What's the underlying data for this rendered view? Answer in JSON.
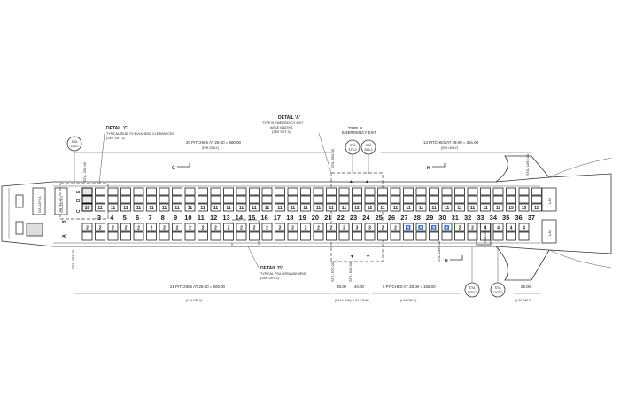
{
  "details": {
    "c": {
      "title": "DETAIL 'C'",
      "line1": "TYPICAL SEAT TO BULKHEAD CLEARANCES",
      "line2": "(SEE SHT 3)"
    },
    "a": {
      "title": "DETAIL 'A'",
      "line1": "TYPE III EMERGENCY EXIT",
      "line2": "AISLE WIDTHS",
      "line3": "(SEE SHT 3)"
    },
    "b": {
      "title": "TYPE III",
      "line1": "EMERGENCY EXIT"
    },
    "d": {
      "title": "DETAIL 'D'",
      "line1": "TYPICAL PSU ARRANGEMENT",
      "line2": "(SEE SHT 3)"
    }
  },
  "stations": {
    "s1": {
      "top": "STA",
      "bottom": "236.0"
    },
    "s2": {
      "top": "STA",
      "bottom": "575.0"
    },
    "s3": {
      "top": "STA",
      "bottom": "616.0"
    },
    "s4": {
      "top": "STA",
      "bottom": "1150.0"
    },
    "s5": {
      "top": "STA",
      "bottom": "1207.5"
    }
  },
  "pitches": {
    "top_left": {
      "line1": "20 PITCHES AT 29.00 = 580.00",
      "line2": "(R/H ONLY)"
    },
    "top_right": {
      "line1": "13 PITCHES AT 28.00 = 364.00",
      "line2": "(R/H ONLY)"
    },
    "bot_left": {
      "line1": "21 PITCHES AT 29.00 = 609.00",
      "line2": "(L/H ONLY)"
    },
    "bot_mid1": {
      "value": "38.00",
      "line2": "(L/H & R/H)"
    },
    "bot_mid2": {
      "value": "40.00",
      "line2": "(L/H & R/H)"
    },
    "bot_right": {
      "line1": "6 PITCHES AT 28.00 = 168.00",
      "line2": "(L/H ONLY)"
    },
    "bot_far": {
      "value": "28.00",
      "line2": "(L/H ONLY)"
    }
  },
  "sta_vertical": {
    "v1": "STA. 298.00",
    "v2": "STA. 283.00",
    "v3": "STA. 555.00",
    "v4": "STA. 575.00",
    "v5": "STA. 615.00",
    "v6": "STA. 1066.00",
    "v7": "STA. 1090.00",
    "v8": "STA. 1393.00"
  },
  "galleys": {
    "g1": "GALLEY 1",
    "g2": "GALLEY 2",
    "g3": "GALLEY 4"
  },
  "lavs": {
    "l1": "LAV",
    "l2": "LAV"
  },
  "door_labels": {
    "g": "G",
    "h_top": "H",
    "h_bottom": "H"
  },
  "left_letters": [
    "A",
    "B"
  ],
  "right_letters": [
    "C",
    "D",
    "E"
  ],
  "seat_codes": {
    "ordinary_r": "11",
    "ordinary_l": "2",
    "first_r": "10",
    "exit_r": "12",
    "exit_l": "3",
    "rear_r": "15",
    "rear_l": "4"
  },
  "icons": {
    "wheelchair": "♿",
    "arrow": "▲"
  },
  "row_numbers": [
    "3",
    "4",
    "5",
    "6",
    "7",
    "8",
    "9",
    "10",
    "11",
    "12",
    "13",
    "14",
    "15",
    "16",
    "17",
    "18",
    "19",
    "20",
    "21",
    "22",
    "23",
    "24",
    "25",
    "26",
    "27",
    "28",
    "29",
    "30",
    "31",
    "32",
    "33",
    "34",
    "35",
    "36",
    "37"
  ]
}
